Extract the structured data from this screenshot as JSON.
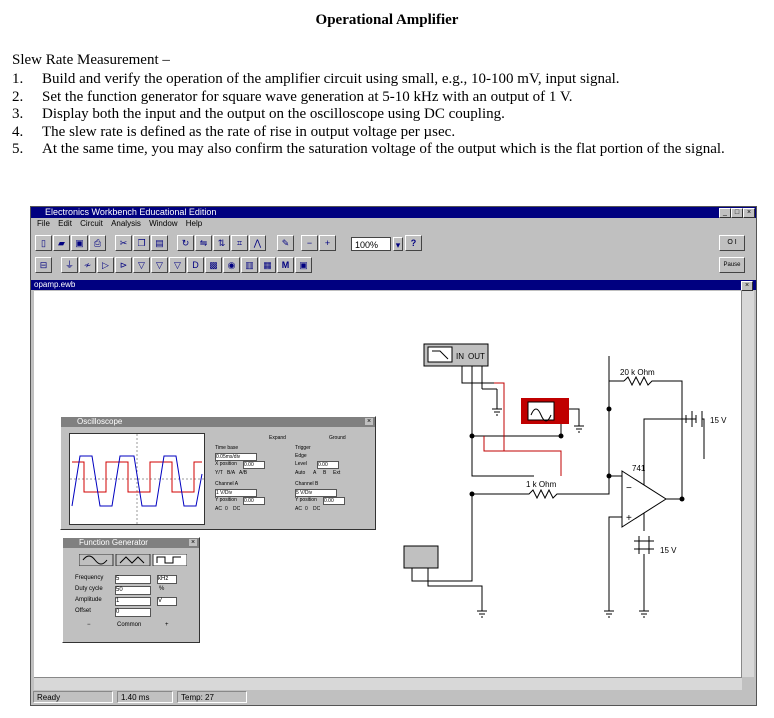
{
  "document": {
    "title": "Operational Amplifier",
    "intro": "Slew Rate Measurement –",
    "steps": [
      {
        "num": "1.",
        "text": "Build and verify the operation of the amplifier circuit using small, e.g., 10-100 mV, input signal."
      },
      {
        "num": "2.",
        "text": "Set the function generator for square wave generation at 5-10 kHz with an output of 1 V."
      },
      {
        "num": "3.",
        "text": "Display both the input and the output on the oscilloscope using DC coupling."
      },
      {
        "num": "4.",
        "text": "The slew rate is defined as the rate of rise in output voltage per µsec."
      },
      {
        "num": "5.",
        "text": "At the same time, you may also confirm the saturation voltage of the output which is the flat portion of the signal."
      }
    ]
  },
  "app": {
    "title": "Electronics Workbench Educational Edition",
    "menu": [
      "File",
      "Edit",
      "Circuit",
      "Analysis",
      "Window",
      "Help"
    ],
    "zoom": "100%",
    "help_glyph": "?",
    "pause_label": "Pause",
    "power_label": "O I",
    "doc_title": "opamp.ewb",
    "status": {
      "ready": "Ready",
      "time": "1.40 ms",
      "temp": "Temp: 27"
    }
  },
  "oscilloscope": {
    "title": "Oscilloscope",
    "expand": "Expand",
    "ground": "Ground",
    "timebase_label": "Time base",
    "timebase_value": "0.05ms/div",
    "xpos_label": "X position",
    "xpos_value": "0.00",
    "modes": [
      "Y/T",
      "B/A",
      "A/B"
    ],
    "trigger_label": "Trigger",
    "edge_label": "Edge",
    "level_label": "Level",
    "level_value": "0.00",
    "trig_modes": [
      "Auto",
      "A",
      "B",
      "Ext"
    ],
    "chA_label": "Channel A",
    "chA_value": "1 V/Div",
    "ypos_label": "Y position",
    "ypos_value": "0.00",
    "chB_label": "Channel B",
    "chB_value": "5 V/Div",
    "ybpos_value": "0.00",
    "coupling": [
      "AC",
      "0",
      "DC"
    ]
  },
  "function_generator": {
    "title": "Function Generator",
    "frequency_label": "Frequency",
    "frequency_value": "5",
    "frequency_unit": "kHz",
    "duty_label": "Duty cycle",
    "duty_value": "50",
    "duty_unit": "%",
    "amplitude_label": "Amplitude",
    "amplitude_value": "1",
    "amplitude_unit": "V",
    "offset_label": "Offset",
    "offset_value": "0",
    "minus": "−",
    "common": "Common",
    "plus": "+"
  },
  "circuit": {
    "r_feedback": "20 k Ohm",
    "r_input": "1 k Ohm",
    "opamp": "741",
    "vplus": "15 V",
    "vminus": "15 V",
    "bode_in": "IN",
    "bode_out": "OUT"
  }
}
